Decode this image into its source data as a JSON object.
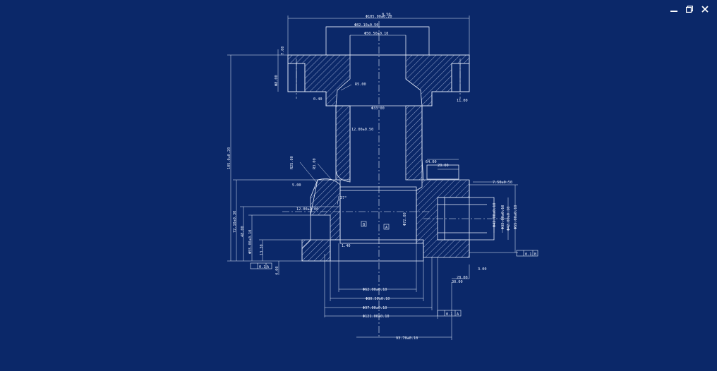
{
  "window": {
    "minimize_icon": "minimize-icon",
    "restore_icon": "restore-icon",
    "close_icon": "close-icon"
  },
  "colors": {
    "background": "#0b2869",
    "line": "#e8eefc"
  },
  "dims": {
    "top_overall": "Φ105.00±0.20",
    "top_overall_tol": "0.50",
    "top_mid": "Φ82.10±0.50",
    "top_inner": "Φ50.50±0.10",
    "flange_thk": "7.00",
    "bolt_hole": "Φ8.00",
    "overall_height": "105.0±0.20",
    "neck_radius": "R5.00",
    "neck_dia": "Φ33.00",
    "wall_thk": "12.00±0.50",
    "left_small": "0.40",
    "right_small": "11.00",
    "r_outer": "R25.00",
    "r_inner": "R3.00",
    "step_offset": "5.00",
    "side_width": "64.00",
    "side_len": "20.00",
    "right_depth": "7.50±0.50",
    "bore_label": "12.00±2.00",
    "angle": "37°",
    "datum_b": "B",
    "datum_a": "A",
    "left_height": "72.10±0.30",
    "bore_inner": "Φ72.00",
    "left_inner": "48.00",
    "inner_dia": "Φ55.00±0.10",
    "small_low": "13.30",
    "chamfer": "1.40",
    "perp_tol": "0.1",
    "small_bottom": "4.00",
    "right_d1": "Φ55.00±0.10",
    "right_d2": "Φ42.00±0.10",
    "right_d3": "Φ32.00±0.10",
    "right_d4": "Φ42.00±0.10",
    "pos_tol_b": "0.1",
    "right_bottom1": "3.00",
    "right_bottom2": "28.00",
    "right_bottom3": "30.00",
    "bottom_d1": "Φ62.00±0.10",
    "bottom_d2": "Φ80.50±0.10",
    "bottom_d3": "Φ97.00±0.10",
    "bottom_d4": "Φ121.00±0.10",
    "pos_tol_a": "0.1",
    "bottom_len": "93.70±0.10"
  }
}
